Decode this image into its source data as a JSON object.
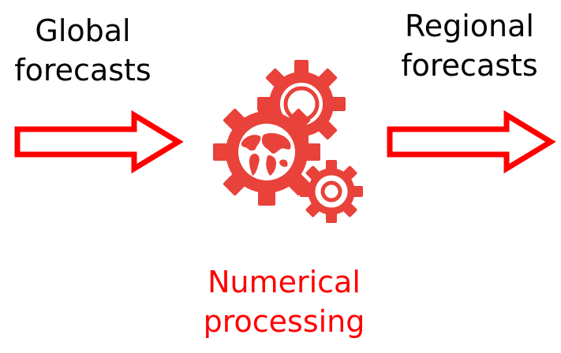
{
  "labels": {
    "input_line1": "Global",
    "input_line2": "forecasts",
    "output_line1": "Regional",
    "output_line2": "forecasts",
    "process_line1": "Numerical",
    "process_line2": "processing"
  },
  "colors": {
    "arrow": "#ff0000",
    "gear": "#e8423a",
    "process_text": "#ff0000",
    "text": "#000000"
  },
  "icons": {
    "center": "gears-globe-icon",
    "arrows": "right-arrow-icon"
  }
}
